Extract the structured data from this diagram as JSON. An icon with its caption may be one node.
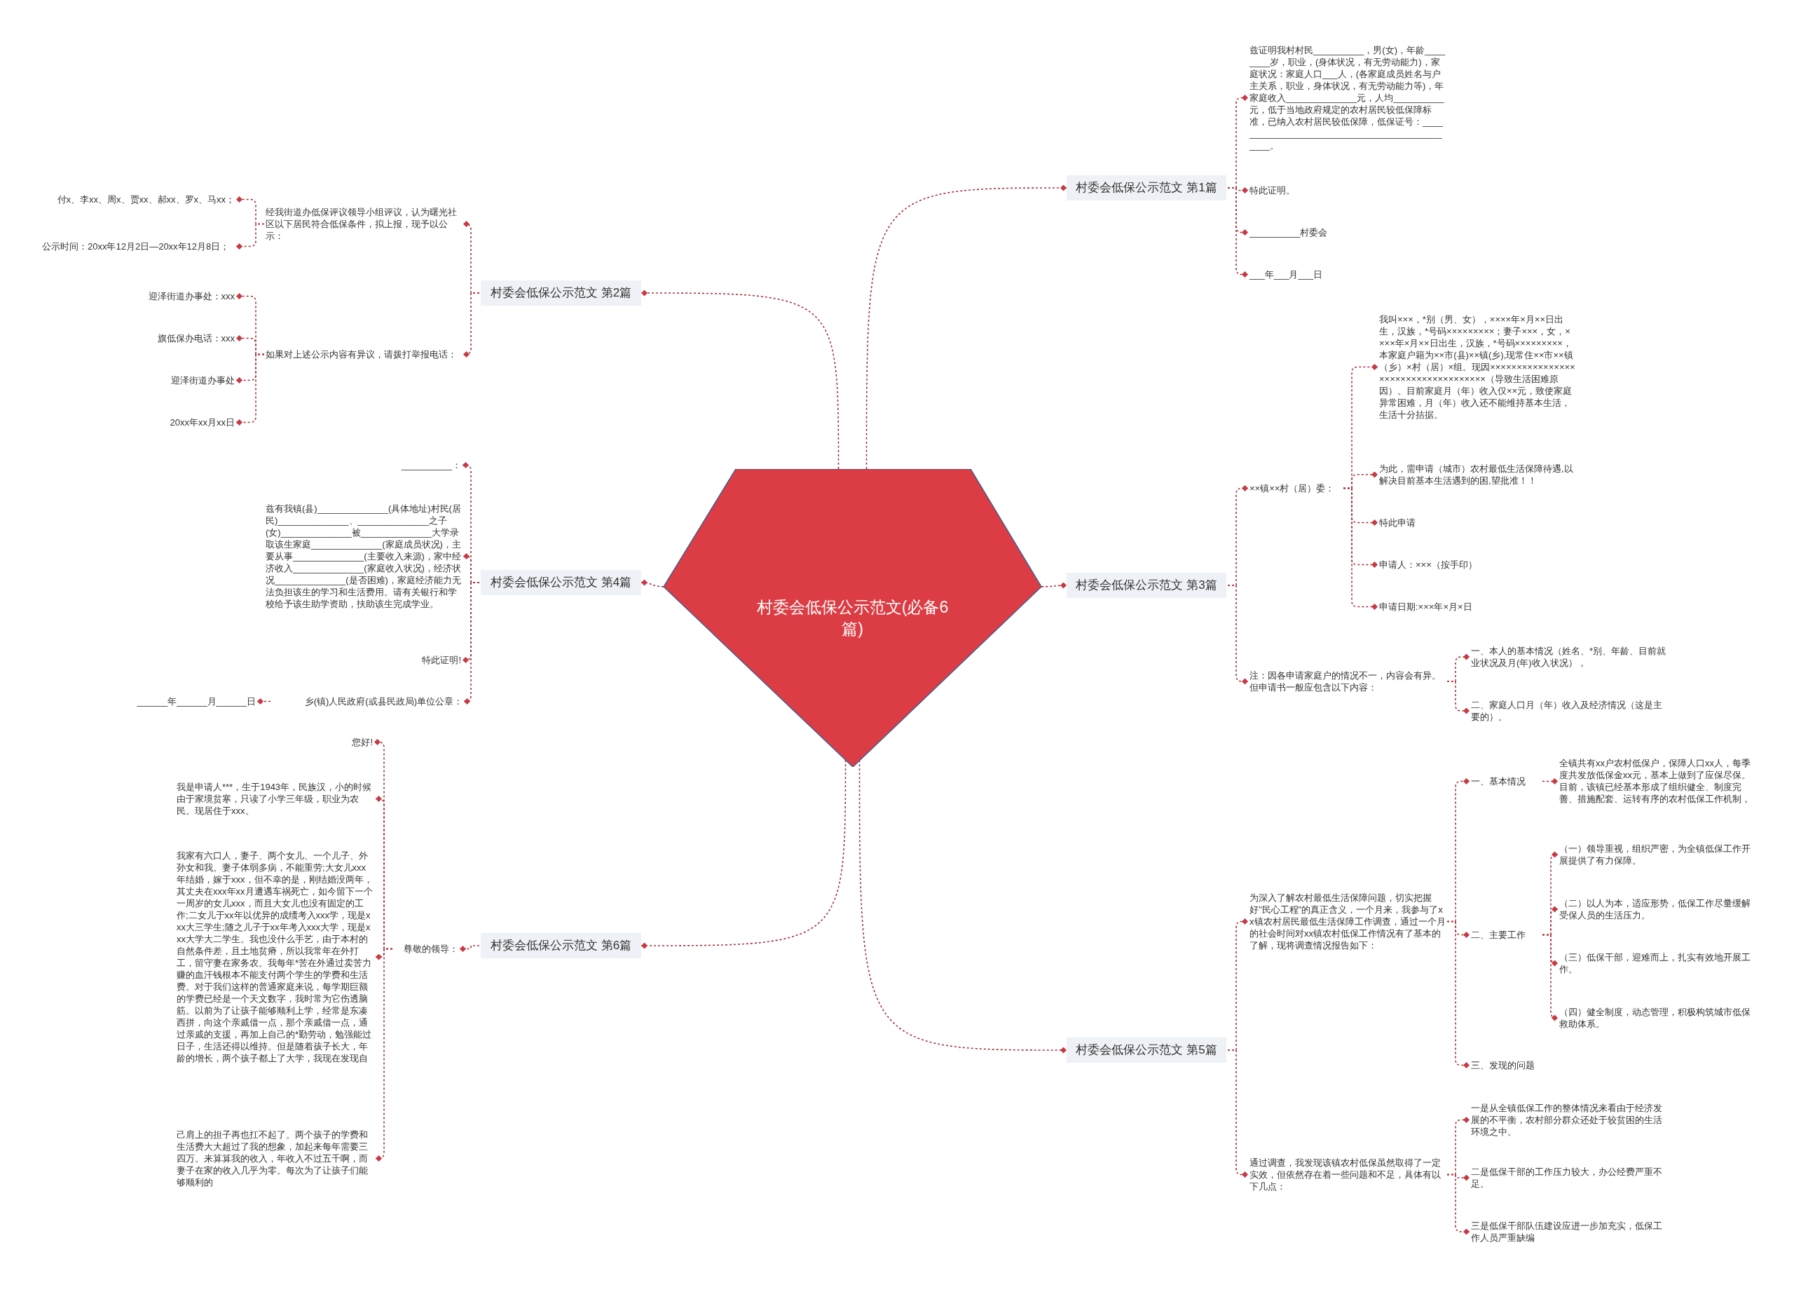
{
  "diagram": {
    "nodes": [
      {
        "text": [
          "村委会低保公示范文(必备6篇)"
        ]
      },
      {
        "text": [
          "村委会低保公示范文 第1篇"
        ]
      },
      {
        "text": [
          "兹证明我村村民__________，男(女)，年龄________岁，职业，(身体状况，有无劳动能力)，家庭状况：家庭人口___人，(各家庭成员姓名与户主关系，职业，身体状况，有无劳动能力等)，年家庭收入______________元，人均__________元，低于当地政府规定的农村居民较低保障标准，已纳入农村居民较低保障，低保证号：______________________________________________。"
        ]
      },
      {
        "text": [
          "特此证明。"
        ]
      },
      {
        "text": [
          "__________村委会"
        ]
      },
      {
        "text": [
          "___年___月___日"
        ]
      },
      {
        "text": [
          "村委会低保公示范文 第2篇"
        ]
      },
      {
        "text": [
          "经我街道办低保评议领导小组评议，认为曙光社区以下居民符合低保条件，拟上报，现予以公示："
        ]
      },
      {
        "text": [
          "如果对上述公示内容有异议，请拨打举报电话："
        ]
      },
      {
        "text": [
          "付x、李xx、周x、贾xx、郝xx、罗x、马xx；"
        ]
      },
      {
        "text": [
          "公示时间：20xx年12月2日—20xx年12月8日；"
        ]
      },
      {
        "text": [
          "迎泽街道办事处：xxx"
        ]
      },
      {
        "text": [
          "旗低保办电话：xxx"
        ]
      },
      {
        "text": [
          "迎泽街道办事处"
        ]
      },
      {
        "text": [
          "20xx年xx月xx日"
        ]
      },
      {
        "text": [
          "村委会低保公示范文 第4篇"
        ]
      },
      {
        "text": [
          "__________："
        ]
      },
      {
        "text": [
          "兹有我镇(县)______________(具体地址)村民(居民)______________、______________之子(女)______________被______________大学录取该生家庭______________(家庭成员状况)，主要从事______________(主要收入来源)，家中经济收入______________(家庭收入状况)，经济状况______________(是否困难)，家庭经济能力无法负担该生的学习和生活费用。请有关银行和学校给予该生助学资助，扶助该生完成学业。"
        ]
      },
      {
        "text": [
          "特此证明!"
        ]
      },
      {
        "text": [
          "乡(镇)人民政府(或县民政局)单位公章："
        ]
      },
      {
        "text": [
          "______年______月______日"
        ]
      },
      {
        "text": [
          "村委会低保公示范文 第6篇"
        ]
      },
      {
        "text": [
          "尊敬的领导："
        ]
      },
      {
        "text": [
          "您好!"
        ]
      },
      {
        "text": [
          "我是申请人***，生于1943年，民族汉，小的时候由于家境贫寒，只读了小学三年级，职业为农民。现居住于xxx。"
        ]
      },
      {
        "text": [
          "我家有六口人，妻子、两个女儿、一个儿子、外孙女和我。妻子体弱多病，不能重劳;大女儿xxx年结婚，嫁于xxx，但不幸的是，刚结婚没两年，其丈夫在xxx年xx月遭遇车祸死亡，如今留下一个一周岁的女儿xxx，而且大女儿也没有固定的工作;二女儿于xx年以优异的成绩考入xxx学，现是xxx大三学生;随之儿子于xx年考入xxx大学，现是xxx大学大二学生。我也没什么手艺，由于本村的自然条件差，且土地贫瘠，所以我常年在外打工，留守妻在家务农。我每年*苦在外通过卖苦力赚的血汗钱根本不能支付两个学生的学费和生活费。对于我们这样的普通家庭来说，每学期巨额的学费已经是一个天文数字，我时常为它伤透脑筋。以前为了让孩子能够顺利上学，经常是东凑西拼，向这个亲戚借一点，那个亲戚借一点，通过亲戚的支援，再加上自己的*勤劳动，勉强能过日子，生活还得以维持。但是随着孩子长大，年龄的增长，两个孩子都上了大学，我现在发现自"
        ]
      },
      {
        "text": [
          "己肩上的担子再也扛不起了。两个孩子的学费和生活费大大超过了我的想象，加起来每年需要三四万。来算算我的收入，年收入不过五千啊，而妻子在家的收入几乎为零。每次为了让孩子们能够顺利的"
        ]
      },
      {
        "text": [
          "村委会低保公示范文 第3篇"
        ]
      },
      {
        "text": [
          "××镇××村（居）委："
        ]
      },
      {
        "text": [
          "我叫×××，*别（男、女），××××年×月××日出生，汉族，*号码×××××××××；妻子×××，女，××××年×月××日出生，汉族，*号码×××××××××，本家庭户籍为××市(县)××镇(乡),现常住××市××镇（乡）×村（居）×组。现因××××××××××××××××××××××××××××××××××××（导致生活困难原因）。目前家庭月（年）收入仅××元，致使家庭异常困难，月（年）收入还不能维持基本生活，生活十分拮据。"
        ]
      },
      {
        "text": [
          "为此，需申请（城市）农村最低生活保障待遇,以解决目前基本生活遇到的困,望批准！！"
        ]
      },
      {
        "text": [
          "特此申请"
        ]
      },
      {
        "text": [
          "申请人：×××（按手印）"
        ]
      },
      {
        "text": [
          "申请日期:×××年×月×日"
        ]
      },
      {
        "text": [
          "注：因各申请家庭户的情况不一，内容会有异。但申请书一般应包含以下内容："
        ]
      },
      {
        "text": [
          "一、本人的基本情况（姓名、*别、年龄、目前就业状况及月(年)收入状况），"
        ]
      },
      {
        "text": [
          "二、家庭人口月（年）收入及经济情况（这是主要的）。"
        ]
      },
      {
        "text": [
          "村委会低保公示范文 第5篇"
        ]
      },
      {
        "text": [
          "为深入了解农村最低生活保障问题，切实把握好\"民心工程\"的真正含义，一个月来，我参与了xx镇农村居民最低生活保障工作调查，通过一个月的社会时间对xx镇农村低保工作情况有了基本的了解，现将调查情况报告如下："
        ]
      },
      {
        "text": [
          "一、基本情况"
        ]
      },
      {
        "text": [
          "全镇共有xx户农村低保户，保障人口xx人，每季度共发放低保金xx元，基本上做到了应保尽保。目前，该镇已经基本形成了组织健全、制度完善、措施配套、运转有序的农村低保工作机制，"
        ]
      },
      {
        "text": [
          "二、主要工作"
        ]
      },
      {
        "text": [
          "（一）领导重视，组织严密，为全镇低保工作开展提供了有力保障。"
        ]
      },
      {
        "text": [
          "（二）以人为本，适应形势，低保工作尽量缓解受保人员的生活压力。"
        ]
      },
      {
        "text": [
          "（三）低保干部，迎难而上，扎实有效地开展工作。"
        ]
      },
      {
        "text": [
          "（四）健全制度，动态管理，积极构筑城市低保救助体系。"
        ]
      },
      {
        "text": [
          "三、发现的问题"
        ]
      },
      {
        "text": [
          "通过调查，我发现该镇农村低保虽然取得了一定实效，但依然存在着一些问题和不足，具体有以下几点："
        ]
      },
      {
        "text": [
          "一是从全镇低保工作的整体情况来看由于经济发展的不平衡，农村部分群众还处于较贫困的生活环境之中。"
        ]
      },
      {
        "text": [
          "二是低保干部的工作压力较大，办公经费严重不足。"
        ]
      },
      {
        "text": [
          "三是低保干部队伍建设应进一步加充实，低保工作人员严重缺编"
        ]
      }
    ],
    "edges": [
      {
        "from": 0,
        "to": 1,
        "arrow": "other"
      },
      {
        "from": 1,
        "to": 2,
        "arrow": "other"
      },
      {
        "from": 1,
        "to": 3,
        "arrow": "other"
      },
      {
        "from": 1,
        "to": 4,
        "arrow": "other"
      },
      {
        "from": 1,
        "to": 5,
        "arrow": "other"
      },
      {
        "from": 0,
        "to": 6,
        "arrow": "other"
      },
      {
        "from": 6,
        "to": 7,
        "arrow": "other"
      },
      {
        "from": 6,
        "to": 8,
        "arrow": "other"
      },
      {
        "from": 7,
        "to": 9,
        "arrow": "other"
      },
      {
        "from": 7,
        "to": 10,
        "arrow": "other"
      },
      {
        "from": 8,
        "to": 11,
        "arrow": "other"
      },
      {
        "from": 8,
        "to": 12,
        "arrow": "other"
      },
      {
        "from": 8,
        "to": 13,
        "arrow": "other"
      },
      {
        "from": 8,
        "to": 14,
        "arrow": "other"
      },
      {
        "from": 0,
        "to": 15,
        "arrow": "other"
      },
      {
        "from": 15,
        "to": 16,
        "arrow": "other"
      },
      {
        "from": 15,
        "to": 17,
        "arrow": "other"
      },
      {
        "from": 15,
        "to": 18,
        "arrow": "other"
      },
      {
        "from": 15,
        "to": 19,
        "arrow": "other"
      },
      {
        "from": 19,
        "to": 20,
        "arrow": "other"
      },
      {
        "from": 0,
        "to": 21,
        "arrow": "other"
      },
      {
        "from": 21,
        "to": 22,
        "arrow": "other"
      },
      {
        "from": 22,
        "to": 23,
        "arrow": "other"
      },
      {
        "from": 22,
        "to": 24,
        "arrow": "other"
      },
      {
        "from": 22,
        "to": 25,
        "arrow": "other"
      },
      {
        "from": 22,
        "to": 26,
        "arrow": "other"
      },
      {
        "from": 0,
        "to": 27,
        "arrow": "other"
      },
      {
        "from": 27,
        "to": 28,
        "arrow": "other"
      },
      {
        "from": 27,
        "to": 34,
        "arrow": "other"
      },
      {
        "from": 28,
        "to": 29,
        "arrow": "other"
      },
      {
        "from": 28,
        "to": 30,
        "arrow": "other"
      },
      {
        "from": 28,
        "to": 31,
        "arrow": "other"
      },
      {
        "from": 28,
        "to": 32,
        "arrow": "other"
      },
      {
        "from": 28,
        "to": 33,
        "arrow": "other"
      },
      {
        "from": 34,
        "to": 35,
        "arrow": "other"
      },
      {
        "from": 34,
        "to": 36,
        "arrow": "other"
      },
      {
        "from": 0,
        "to": 37,
        "arrow": "other"
      },
      {
        "from": 37,
        "to": 38,
        "arrow": "other"
      },
      {
        "from": 37,
        "to": 47,
        "arrow": "other"
      },
      {
        "from": 38,
        "to": 39,
        "arrow": "other"
      },
      {
        "from": 38,
        "to": 41,
        "arrow": "other"
      },
      {
        "from": 38,
        "to": 46,
        "arrow": "other"
      },
      {
        "from": 39,
        "to": 40,
        "arrow": "other"
      },
      {
        "from": 41,
        "to": 42,
        "arrow": "other"
      },
      {
        "from": 41,
        "to": 43,
        "arrow": "other"
      },
      {
        "from": 41,
        "to": 44,
        "arrow": "other"
      },
      {
        "from": 41,
        "to": 45,
        "arrow": "other"
      },
      {
        "from": 47,
        "to": 48,
        "arrow": "other"
      },
      {
        "from": 47,
        "to": 49,
        "arrow": "other"
      },
      {
        "from": 47,
        "to": 50,
        "arrow": "other"
      }
    ]
  }
}
